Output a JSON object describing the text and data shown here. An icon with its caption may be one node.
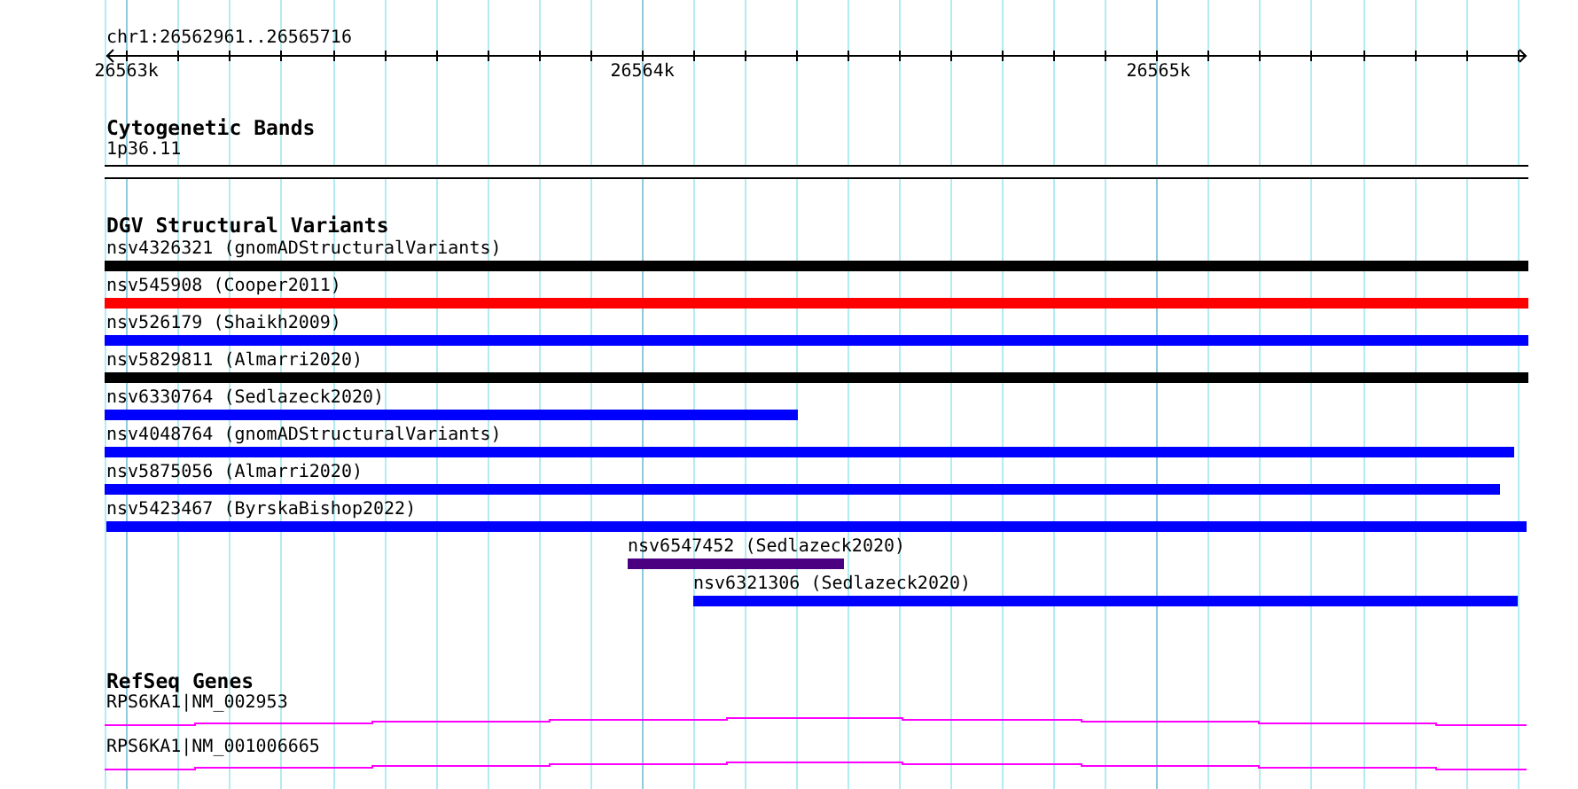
{
  "diagram": {
    "nodes": [
      {
        "text": [
          "1p36.11"
        ]
      },
      {
        "text": [
          "nsv4326321 (gnomADStructuralVariants)"
        ]
      },
      {
        "text": [
          "nsv545908 (Cooper2011)"
        ]
      },
      {
        "text": [
          "nsv526179 (Shaikh2009)"
        ]
      },
      {
        "text": [
          "nsv5829811 (Almarri2020)"
        ]
      },
      {
        "text": [
          "nsv6330764 (Sedlazeck2020)"
        ]
      },
      {
        "text": [
          "nsv4048764 (gnomADStructuralVariants)"
        ]
      },
      {
        "text": [
          "nsv5875056 (Almarri2020)"
        ]
      },
      {
        "text": [
          "nsv5423467 (ByrskaBishop2022)"
        ]
      },
      {
        "text": [
          "nsv6547452 (Sedlazeck2020)"
        ]
      },
      {
        "text": [
          "nsv6321306 (Sedlazeck2020)"
        ]
      },
      {
        "text": [
          "RPS6KA1|NM_002953"
        ]
      },
      {
        "text": [
          "RPS6KA1|NM_001006665"
        ]
      }
    ],
    "labels": [
      "chr1:26562961..26565716",
      "26563k",
      "26564k",
      "26565k",
      "Cytogenetic Bands",
      "DGV Structural Variants",
      "RefSeq Genes"
    ]
  }
}
